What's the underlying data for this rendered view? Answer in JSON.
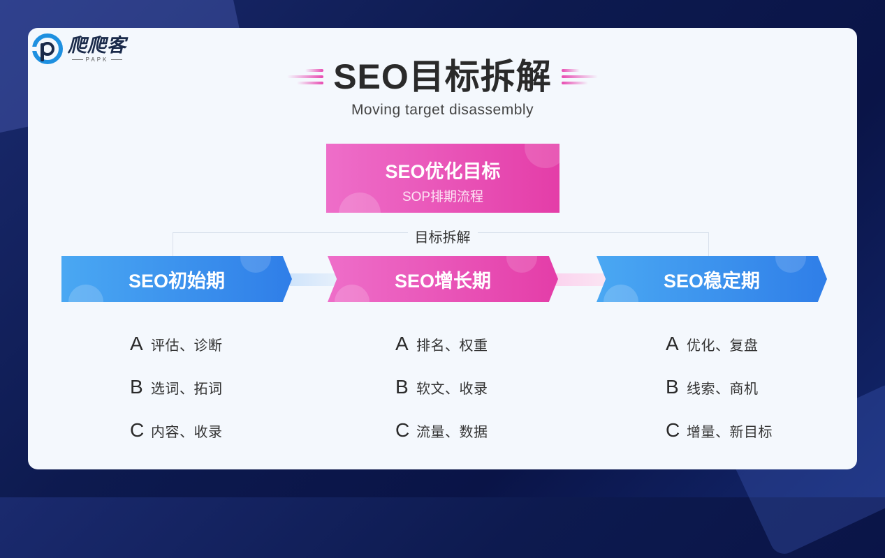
{
  "logo": {
    "name_cn": "爬爬客",
    "name_en": "PAPK"
  },
  "title": "SEO目标拆解",
  "subtitle": "Moving target disassembly",
  "goal": {
    "title": "SEO优化目标",
    "subtitle": "SOP排期流程"
  },
  "connector_label": "目标拆解",
  "colors": {
    "pink": "#e43da8",
    "blue": "#2f7ee8",
    "card_bg": "#f4f8fd"
  },
  "phases": [
    {
      "label": "SEO初始期",
      "items": [
        {
          "letter": "A",
          "text": "评估、诊断"
        },
        {
          "letter": "B",
          "text": "选词、拓词"
        },
        {
          "letter": "C",
          "text": "内容、收录"
        }
      ]
    },
    {
      "label": "SEO增长期",
      "items": [
        {
          "letter": "A",
          "text": "排名、权重"
        },
        {
          "letter": "B",
          "text": "软文、收录"
        },
        {
          "letter": "C",
          "text": "流量、数据"
        }
      ]
    },
    {
      "label": "SEO稳定期",
      "items": [
        {
          "letter": "A",
          "text": "优化、复盘"
        },
        {
          "letter": "B",
          "text": "线索、商机"
        },
        {
          "letter": "C",
          "text": "增量、新目标"
        }
      ]
    }
  ]
}
